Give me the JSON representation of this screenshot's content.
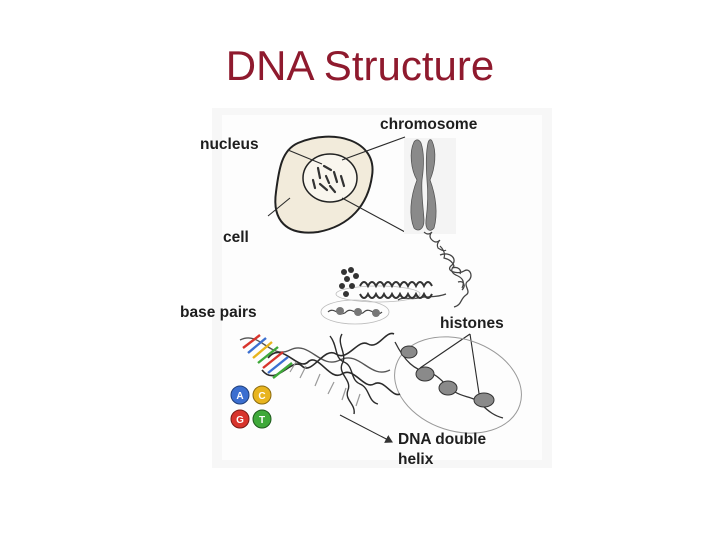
{
  "title": "DNA Structure",
  "colors": {
    "title": "#8f1a2e",
    "cell_fill": "#f2ebdb",
    "chromosome": "#8a8a8a",
    "base_a": "#3b6fd0",
    "base_c": "#e8b41e",
    "base_g": "#d8342c",
    "base_t": "#3fa93a"
  },
  "labels": {
    "chromosome": "chromosome",
    "nucleus": "nucleus",
    "cell": "cell",
    "base_pairs": "base pairs",
    "histones": "histones",
    "dna_double_helix_line1": "DNA double",
    "dna_double_helix_line2": "helix"
  },
  "bases": {
    "a": "A",
    "c": "C",
    "g": "G",
    "t": "T"
  }
}
